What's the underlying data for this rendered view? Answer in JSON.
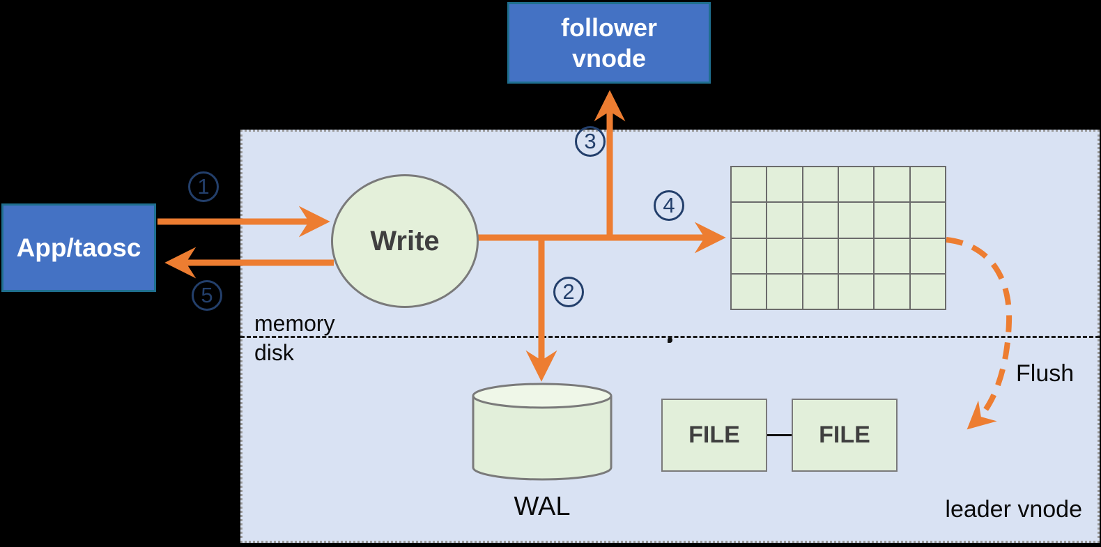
{
  "nodes": {
    "app": {
      "label": "App/taosc"
    },
    "follower": {
      "line1": "follower",
      "line2": "vnode"
    },
    "write": {
      "label": "Write"
    },
    "wal": {
      "label": "WAL"
    },
    "file1": {
      "label": "FILE"
    },
    "file2": {
      "label": "FILE"
    }
  },
  "labels": {
    "memory": "memory",
    "disk": "disk",
    "flush": "Flush",
    "leader": "leader vnode"
  },
  "steps": [
    "1",
    "2",
    "3",
    "4",
    "5"
  ],
  "grid": {
    "rows": 4,
    "cols": 6
  },
  "colors": {
    "background": "#000000",
    "panel_fill": "#D9E2F3",
    "node_blue_fill": "#4472C4",
    "node_blue_border": "#1F6F8F",
    "shape_green_fill": "#E2EFDA",
    "shape_border_grey": "#7a7a7a",
    "arrow_orange": "#ED7D31",
    "badge_navy": "#233F6B",
    "dark_text": "#3f3f3f"
  }
}
